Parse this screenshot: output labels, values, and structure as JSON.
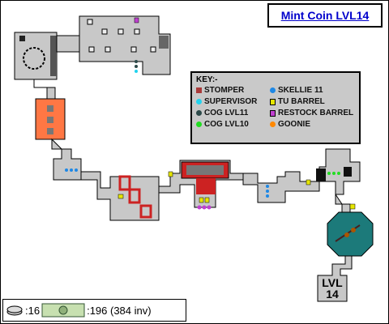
{
  "title": "Mint Coin LVL14",
  "key": {
    "heading": "KEY:-",
    "items": [
      {
        "label": "STOMPER",
        "color": "#aa3a3a",
        "shape": "square"
      },
      {
        "label": "SUPERVISOR",
        "color": "#22d3ee",
        "shape": "dot"
      },
      {
        "label": "COG LVL11",
        "color": "#2d4a4a",
        "shape": "dot"
      },
      {
        "label": "COG LVL10",
        "color": "#22dd22",
        "shape": "dot"
      },
      {
        "label": "SKELLIE 11",
        "color": "#1e88e5",
        "shape": "dot"
      },
      {
        "label": "TU BARREL",
        "color": "#e6e600",
        "shape": "barrel"
      },
      {
        "label": "RESTOCK BARREL",
        "color": "#c040d0",
        "shape": "barrel"
      },
      {
        "label": "GOONIE",
        "color": "#ff8800",
        "shape": "dot"
      }
    ]
  },
  "level_room": {
    "line1": "LVL",
    "line2": "14"
  },
  "stats": {
    "coin_count": ":16",
    "money": ":196 (384  inv)"
  },
  "colors": {
    "room": "#c8c8c8",
    "corridor_orange": "#ff7744",
    "stomper_red": "#cc2222",
    "cog_teal": "#1c7a7a"
  }
}
